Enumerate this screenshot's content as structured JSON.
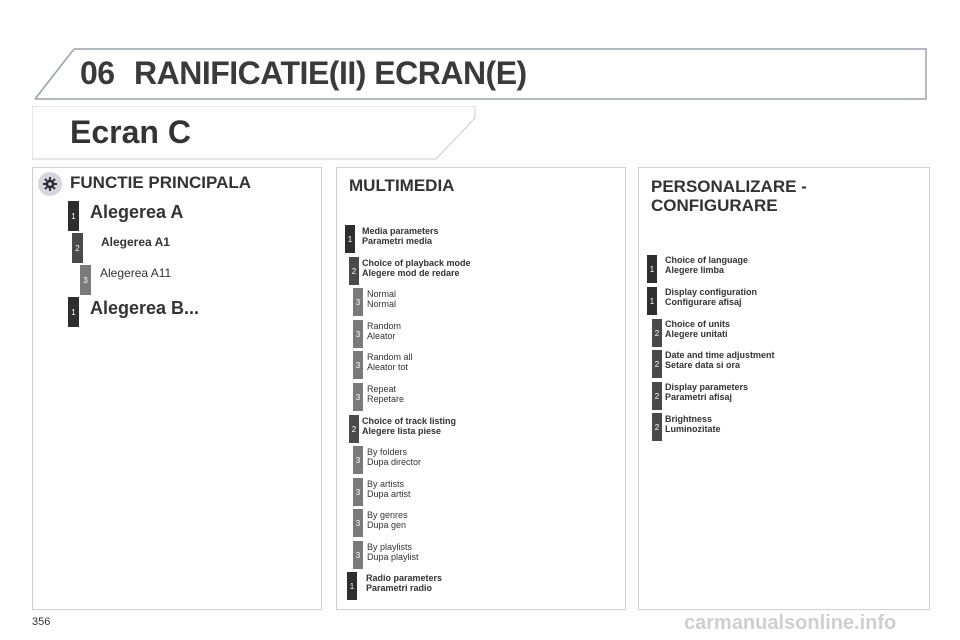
{
  "header": {
    "chapter_number": "06",
    "chapter_title": "RANIFICATIE(II) ECRAN(E)"
  },
  "subheader": {
    "title": "Ecran C"
  },
  "col1": {
    "title": "FUNCTIE PRINCIPALA",
    "icon": "gear-icon",
    "items": [
      {
        "level": "1",
        "label": "Alegerea A"
      },
      {
        "level": "2",
        "label": "Alegerea A1"
      },
      {
        "level": "3",
        "label": "Alegerea A11"
      },
      {
        "level": "1",
        "label": "Alegerea B..."
      }
    ]
  },
  "col2": {
    "title": "MULTIMEDIA",
    "items": [
      {
        "level": "1",
        "line1": "Media parameters",
        "line2": "Parametri media"
      },
      {
        "level": "2",
        "line1": "Choice of playback mode",
        "line2": "Alegere mod de redare"
      },
      {
        "level": "3",
        "line1": "Normal",
        "line2": "Normal"
      },
      {
        "level": "3",
        "line1": "Random",
        "line2": "Aleator"
      },
      {
        "level": "3",
        "line1": "Random all",
        "line2": "Aleator tot"
      },
      {
        "level": "3",
        "line1": "Repeat",
        "line2": "Repetare"
      },
      {
        "level": "2",
        "line1": "Choice of track listing",
        "line2": "Alegere lista piese"
      },
      {
        "level": "3",
        "line1": "By folders",
        "line2": "Dupa director"
      },
      {
        "level": "3",
        "line1": "By artists",
        "line2": "Dupa artist"
      },
      {
        "level": "3",
        "line1": "By genres",
        "line2": "Dupa gen"
      },
      {
        "level": "3",
        "line1": "By playlists",
        "line2": "Dupa playlist"
      },
      {
        "level": "1",
        "line1": "Radio parameters",
        "line2": "Parametri radio"
      }
    ]
  },
  "col3": {
    "title_line1": "PERSONALIZARE -",
    "title_line2": "CONFIGURARE",
    "items": [
      {
        "level": "1",
        "line1": "Choice of language",
        "line2": "Alegere limba"
      },
      {
        "level": "1",
        "line1": "Display configuration",
        "line2": "Configurare afisaj"
      },
      {
        "level": "2",
        "line1": "Choice of units",
        "line2": "Alegere unitati"
      },
      {
        "level": "2",
        "line1": "Date and time adjustment",
        "line2": "Setare data si ora"
      },
      {
        "level": "2",
        "line1": "Display parameters",
        "line2": "Parametri afisaj"
      },
      {
        "level": "2",
        "line1": "Brightness",
        "line2": "Luminozitate"
      }
    ]
  },
  "footer": {
    "page_number": "356",
    "watermark": "carmanualsonline.info"
  },
  "colors": {
    "level1": "#2e2e2e",
    "level2": "#4a4a4a",
    "level3": "#7a7a7a",
    "panel_border": "#cfcfcf"
  }
}
